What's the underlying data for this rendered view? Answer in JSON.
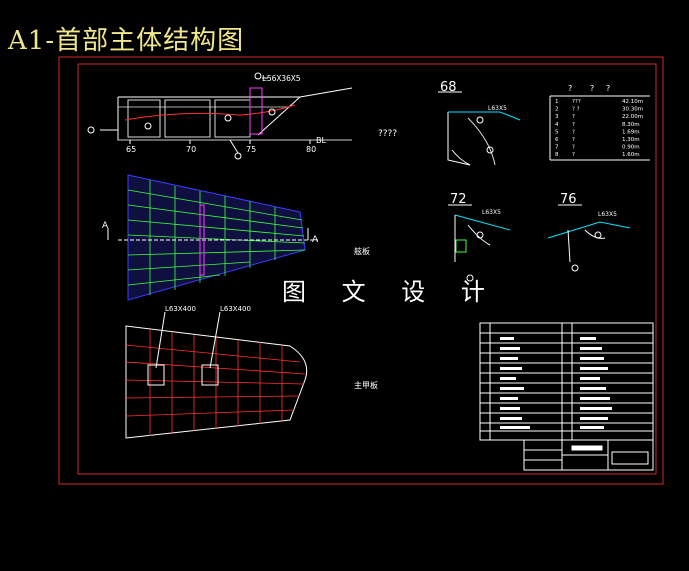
{
  "title": "A1-首部主体结构图",
  "watermark": "图 文 设 计",
  "profile": {
    "callout": "L56X36X5",
    "frames": [
      "65",
      "70",
      "75",
      "80"
    ],
    "bl": "BL",
    "note": "????"
  },
  "sections": {
    "s68": {
      "label": "68",
      "callout": "L63X5"
    },
    "s72": {
      "label": "72",
      "callout": "L63X5"
    },
    "s76": {
      "label": "76",
      "callout": "L63X5"
    }
  },
  "plan_upper": {
    "label": "舷板",
    "end_left": "A",
    "end_right": "A"
  },
  "plan_lower": {
    "label": "主甲板",
    "callout1": "L63X400",
    "callout2": "L63X400"
  },
  "small_table": {
    "header": [
      "?",
      "?",
      "?"
    ],
    "rows": [
      [
        "1",
        "???",
        "42.10m"
      ],
      [
        "2",
        "? ?",
        "30.30m"
      ],
      [
        "3",
        "?",
        "22.00m"
      ],
      [
        "4",
        "?",
        "8.30m"
      ],
      [
        "5",
        "?",
        "1.69m"
      ],
      [
        "6",
        "?",
        "1.30m"
      ],
      [
        "7",
        "?",
        "0.90m"
      ],
      [
        "8",
        "?",
        "1.60m"
      ]
    ]
  },
  "colors": {
    "frame": "#d62828",
    "line": "#ffffff",
    "accent": "#00e5ff",
    "magenta": "#ff3cff",
    "green": "#3cff3c",
    "blue": "#3c3cff",
    "title": "#f0e68c"
  }
}
